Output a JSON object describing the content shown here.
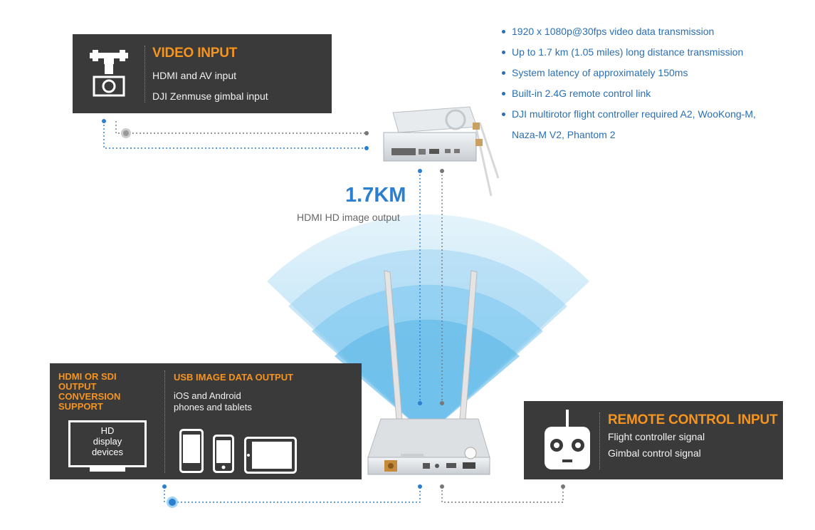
{
  "video_input": {
    "title": "VIDEO INPUT",
    "lines": [
      "HDMI and AV input",
      "DJI Zenmuse gimbal input"
    ]
  },
  "features": [
    "1920 x 1080p@30fps video data transmission",
    "Up to 1.7 km (1.05 miles) long distance transmission",
    "System latency of approximately 150ms",
    "Built-in 2.4G remote control link",
    "DJI multirotor flight controller required A2, WooKong-M,",
    "Naza-M V2, Phantom 2"
  ],
  "distance": {
    "value": "1.7KM",
    "caption": "HDMI HD image output"
  },
  "output_left": {
    "title_lines": [
      "HDMI OR SDI",
      "OUTPUT",
      "CONVERSION",
      "SUPPORT"
    ],
    "monitor_lines": [
      "HD",
      "display",
      "devices"
    ]
  },
  "output_usb": {
    "title": "USB IMAGE DATA OUTPUT",
    "lines": [
      "iOS and Android",
      "phones and tablets"
    ]
  },
  "remote_input": {
    "title": "REMOTE CONTROL INPUT",
    "lines": [
      "Flight controller signal",
      "Gimbal control signal"
    ]
  },
  "colors": {
    "panel": "#3a3a3a",
    "accent": "#f7941e",
    "blue": "#2a7fcf",
    "signal": "#9fd4f2"
  }
}
